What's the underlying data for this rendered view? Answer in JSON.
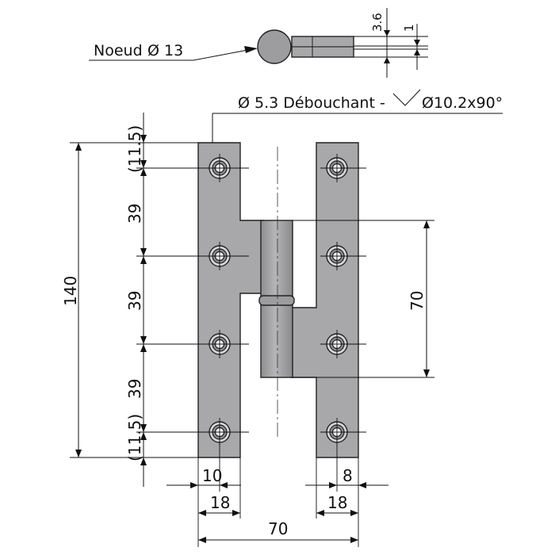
{
  "drawing": {
    "knuckle_label": "Noeud",
    "knuckle_diameter": "Ø 13",
    "hole_callout": "Ø 5.3 Débouchant -",
    "countersink": "Ø10.2x90°",
    "dims": {
      "top_thickness": "3.6",
      "leaf_thickness": "1",
      "edge_top": "(11.5)",
      "pitch_1": "39",
      "pitch_2": "39",
      "pitch_3": "39",
      "edge_bottom": "(11.5)",
      "overall_height": "140",
      "knuckle_height": "70",
      "left_hole_offset": "10",
      "left_leaf_width": "18",
      "right_hole_offset": "8",
      "right_leaf_width": "18",
      "overall_width": "70"
    }
  }
}
